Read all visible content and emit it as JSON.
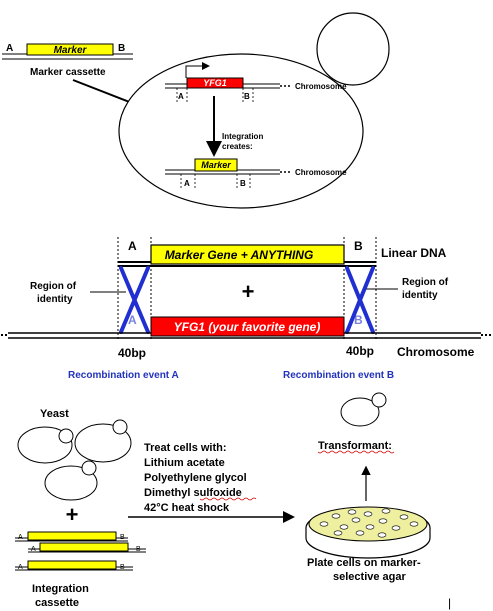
{
  "panel1": {
    "cassette": {
      "a": "A",
      "marker": "Marker",
      "b": "B",
      "caption": "Marker cassette"
    },
    "cell": {
      "gene": "YFG1",
      "chromosome_top": "Chromosome",
      "a_top": "A",
      "b_top": "B",
      "integration_line1": "Integration",
      "integration_line2": "creates:",
      "marker": "Marker",
      "chromosome_bottom": "Chromosome",
      "a_bottom": "A",
      "b_bottom": "B"
    }
  },
  "panel2": {
    "a": "A",
    "b": "B",
    "marker_gene": "Marker Gene + ANYTHING",
    "linear_dna": "Linear DNA",
    "plus": "+",
    "region_left_line1": "Region of",
    "region_left_line2": "identity",
    "region_right_line1": "Region of",
    "region_right_line2": "identity",
    "yfg_gene": "YFG1 (your favorite gene)",
    "a_faint": "A",
    "b_faint": "B",
    "bp_left": "40bp",
    "bp_right": "40bp",
    "chromosome": "Chromosome",
    "event_a": "Recombination event A",
    "event_b": "Recombination event B"
  },
  "panel3": {
    "yeast": "Yeast",
    "plus": "+",
    "cassettes": [
      {
        "a": "A",
        "b": "B"
      },
      {
        "a": "A",
        "b": "B"
      },
      {
        "a": "A",
        "b": "B"
      }
    ],
    "integration_line1": "Integration",
    "integration_line2": "cassette",
    "treat_title": "Treat cells with:",
    "treat_items": [
      "Lithium acetate",
      "Polyethylene glycol",
      "Dimethyl sulfoxide",
      "42°C heat shock"
    ],
    "transformant": "Transformant:",
    "plate_line1": "Plate cells on marker-",
    "plate_line2": "selective agar",
    "cursor": "|"
  },
  "colors": {
    "marker_yellow": "#ffff00",
    "gene_red": "#ff0000",
    "recombination_blue": "#1f2fd0",
    "event_text_blue": "#2233bb",
    "agar_yellow": "#eef0a0",
    "outline": "#000000"
  }
}
